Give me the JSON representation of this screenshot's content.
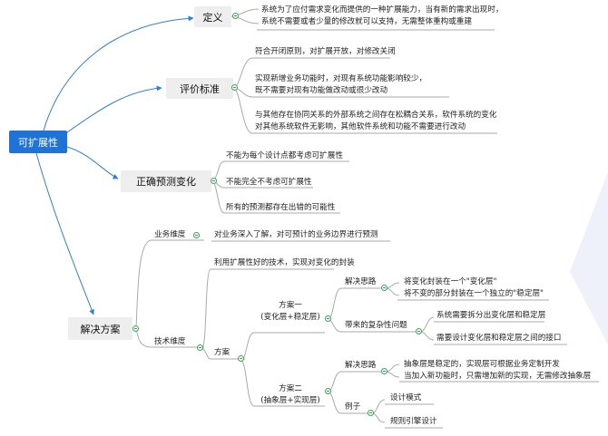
{
  "root": {
    "label": "可扩展性"
  },
  "definition": {
    "label": "定义",
    "text": [
      "系统为了应付需求变化而提供的一种扩展能力，当有新的需求出现时，",
      "系统不需要或者少量的修改就可以支持，无需整体重构或重建"
    ]
  },
  "criteria": {
    "label": "评价标准",
    "items": [
      [
        "符合开闭原则，对扩展开放，对修改关闭"
      ],
      [
        "实现新增业务功能时，对现有系统功能影响较少，",
        "既不需要对现有功能做改动或很少改动"
      ],
      [
        "与其他存在协同关系的外部系统之间存在松耦合关系，软件系统的变化",
        "对其他系统软件无影响，其他软件系统和功能不需要进行改动"
      ]
    ]
  },
  "predict": {
    "label": "正确预测变化",
    "items": [
      "不能为每个设计点都考虑可扩展性",
      "不能完全不考虑可扩展性",
      "所有的预测都存在出错的可能性"
    ]
  },
  "solution": {
    "label": "解决方案",
    "business": {
      "label": "业务维度",
      "text": "对业务深入了解，对可预计的业务边界进行预测"
    },
    "tech": {
      "label": "技术维度",
      "intro": "利用扩展性好的技术，实现对变化的封装",
      "plan_label": "方案",
      "plan1": {
        "title": [
          "方案一",
          "(变化层+稳定层)"
        ],
        "idea_label": "解决思路",
        "idea": [
          "将变化封装在一个\"变化层\"",
          "将不变的部分封装在一个独立的\"稳定层\""
        ],
        "problem_label": "带来的复杂性问题",
        "problems": [
          "系统需要拆分出变化层和稳定层",
          "需要设计变化层和稳定层之间的接口"
        ]
      },
      "plan2": {
        "title": [
          "方案二",
          "(抽象层+实现层)"
        ],
        "idea_label": "解决思路",
        "idea": [
          "抽象层是稳定的，实现层可根据业务定制开发",
          "当加入新功能时，只需增加新的实现，无需修改抽象层"
        ],
        "example_label": "例子",
        "examples": [
          "设计模式",
          "规则引擎设计"
        ]
      }
    }
  }
}
